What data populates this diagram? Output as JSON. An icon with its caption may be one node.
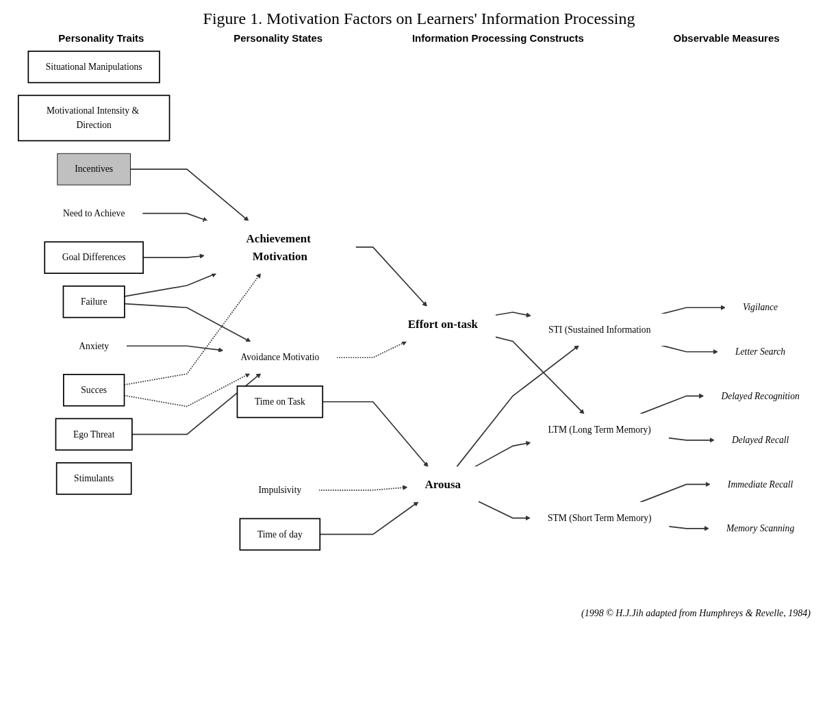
{
  "diagram": {
    "title": "Figure 1. Motivation Factors on Learners' Information Processing",
    "caption": "(1998 © H.J.Jih adapted from Humphreys & Revelle, 1984)",
    "nodes": [
      {
        "text": [
          "Situational Manipulations"
        ]
      },
      {
        "text": [
          "Motivational Intensity & Direction"
        ]
      },
      {
        "text": [
          "Incentives"
        ]
      },
      {
        "text": [
          "Goal Differences"
        ]
      },
      {
        "text": [
          "Need to Achieve"
        ]
      },
      {
        "text": [
          "Achievement Motivation"
        ]
      },
      {
        "text": [
          "Failure"
        ]
      },
      {
        "text": [
          "Succes"
        ]
      },
      {
        "text": [
          "Anxiety"
        ]
      },
      {
        "text": [
          "Avoidance Motivatio"
        ]
      },
      {
        "text": [
          "Ego Threat"
        ]
      },
      {
        "text": [
          "Stimulants"
        ]
      },
      {
        "text": [
          "Time on Task"
        ]
      },
      {
        "text": [
          "Impulsivity"
        ]
      },
      {
        "text": [
          "Arousa"
        ]
      },
      {
        "text": [
          "Time of day"
        ]
      },
      {
        "text": [
          "Effort on-task"
        ]
      },
      {
        "text": [
          "STI (Sustained Information"
        ]
      },
      {
        "text": [
          "LTM (Long Term Memory)"
        ]
      },
      {
        "text": [
          "STM (Short Term Memory)"
        ]
      },
      {
        "text": [
          "Vigilance"
        ]
      },
      {
        "text": [
          "Letter Search"
        ]
      },
      {
        "text": [
          "Delayed Recognition"
        ]
      },
      {
        "text": [
          "Delayed Recall"
        ]
      },
      {
        "text": [
          "Immediate Recall"
        ]
      },
      {
        "text": [
          "Memory Scanning"
        ]
      }
    ],
    "edges": [
      {
        "from": 2,
        "to": 5,
        "arrow": "to"
      },
      {
        "from": 4,
        "to": 5,
        "arrow": "to"
      },
      {
        "from": 3,
        "to": 5,
        "arrow": "to"
      },
      {
        "from": 6,
        "to": 5,
        "arrow": "to"
      },
      {
        "from": 7,
        "to": 5,
        "arrow": "to",
        "style": "dashed"
      },
      {
        "from": 8,
        "to": 9,
        "arrow": "to"
      },
      {
        "from": 6,
        "to": 9,
        "arrow": "to"
      },
      {
        "from": 7,
        "to": 9,
        "arrow": "to",
        "style": "dashed"
      },
      {
        "from": 10,
        "to": 9,
        "arrow": "to"
      },
      {
        "from": 13,
        "to": 14,
        "arrow": "to",
        "style": "dashed"
      },
      {
        "from": 12,
        "to": 14,
        "arrow": "to"
      },
      {
        "from": 15,
        "to": 14,
        "arrow": "to"
      },
      {
        "from": 5,
        "to": 16,
        "arrow": "to"
      },
      {
        "from": 9,
        "to": 16,
        "arrow": "to",
        "style": "dashed"
      },
      {
        "from": 16,
        "to": 17,
        "arrow": "to"
      },
      {
        "from": 16,
        "to": 18,
        "arrow": "to"
      },
      {
        "from": 14,
        "to": 17,
        "arrow": "to"
      },
      {
        "from": 14,
        "to": 18,
        "arrow": "to"
      },
      {
        "from": 14,
        "to": 19,
        "arrow": "to"
      },
      {
        "from": 17,
        "to": 20,
        "arrow": "to"
      },
      {
        "from": 17,
        "to": 21,
        "arrow": "to"
      },
      {
        "from": 18,
        "to": 22,
        "arrow": "to"
      },
      {
        "from": 18,
        "to": 23,
        "arrow": "to"
      },
      {
        "from": 19,
        "to": 24,
        "arrow": "to"
      },
      {
        "from": 19,
        "to": 25,
        "arrow": "to"
      }
    ],
    "labels": [
      "Personality Traits",
      "Personality States",
      "Information Processing Constructs",
      "Observable Measures"
    ]
  }
}
